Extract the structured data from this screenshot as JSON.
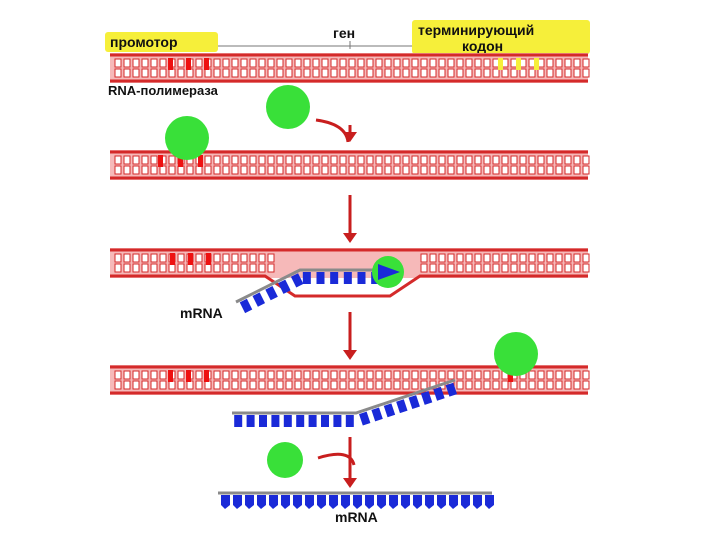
{
  "labels": {
    "promoter": "промотор",
    "gene": "ген",
    "terminator_line1": "терминирующий",
    "terminator_line2": "кодон",
    "polymerase": "RNA-полимераза",
    "mrna_transcribing": "mRNA",
    "mrna_final": "mRNA"
  },
  "colors": {
    "strand": "#d42a2a",
    "fill": "#f6b9b9",
    "rung": "#d42a2a",
    "marker_red": "#ee1111",
    "marker_yellow": "#f6ef3a",
    "mrna_blue": "#1a2ad8",
    "polymerase_green": "#39e039",
    "arrow": "#c81e1e",
    "highlight": "#f6ef3a"
  },
  "icons": {
    "polymerase": "green-circle",
    "step_arrow": "down-arrow"
  }
}
